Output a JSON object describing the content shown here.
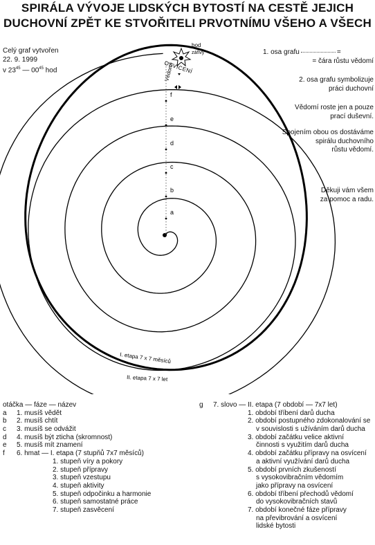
{
  "title": {
    "line1": "SPIRÁLA VÝVOJE LIDSKÝCH BYTOSTÍ NA CESTĚ JEJICH",
    "line2": "DUCHOVNÍ ZPĚT KE STVOŘITELI PRVOTNÍMU VŠEHO A VŠECH"
  },
  "created": {
    "line1": "Celý graf vytvořen",
    "line2": "22. 9. 1999",
    "line3_prefix": "v 23",
    "line3_sup1": "45",
    "line3_mid": " — 00",
    "line3_sup2": "45",
    "line3_suffix": " hod"
  },
  "notes": {
    "n1_a": "1. osa grafu",
    "n1_b": "= čára růstu vědomí",
    "n2_a": "2. osa grafu symbolizuje",
    "n2_b": "práci duchovní",
    "n3_a": "Vědomí roste jen a pouze",
    "n3_b": "prací duševní.",
    "n4_a": "Spojením obou os dostáváme",
    "n4_b": "spirálu duchovního",
    "n4_c": "růstu vědomí.",
    "n5_a": "Děkuji vám všem",
    "n5_b": "za pomoc a radu."
  },
  "diagram": {
    "point_label_1": "bod",
    "point_label_2": "zářivý",
    "enlightenment": "OSVÍCENÍ",
    "axis_label": "Vědomí",
    "axis_marks": [
      "a",
      "b",
      "c",
      "d",
      "e",
      "f"
    ],
    "stage1_label": "I. etapa 7 x 7 měsíců",
    "stage2_label": "II. etapa 7 x 7 let"
  },
  "legend_left": {
    "header": "otáčka — fáze — název",
    "items": [
      {
        "key": "a",
        "text": "1. musíš vědět"
      },
      {
        "key": "b",
        "text": "2. musíš chtít"
      },
      {
        "key": "c",
        "text": "3. musíš se odvážit"
      },
      {
        "key": "d",
        "text": "4. musíš být zticha (skromnost)"
      },
      {
        "key": "e",
        "text": "5. musíš mít znamení"
      },
      {
        "key": "f",
        "text": "6. hmat — I. etapa (7 stupňů 7x7 měsíců)"
      }
    ],
    "steps": [
      "1. stupeň víry a pokory",
      "2. stupeň přípravy",
      "3. stupeň vzestupu",
      "4. stupeň aktivity",
      "5. stupeň odpočinku a harmonie",
      "6. stupeň samostatné práce",
      "7. stupeň zasvěcení"
    ]
  },
  "legend_right": {
    "key": "g",
    "header": "7. slovo — II. etapa (7 období — 7x7 let)",
    "lines": [
      "1. období tříbení darů ducha",
      "2. období postupného zdokonalování se",
      "v souvislosti s užíváním darů ducha",
      "3. období začátku velice aktivní",
      "činnosti s využitím darů ducha",
      "4. období začátku přípravy na osvícení",
      "a aktivní využívání darů ducha",
      "5. období prvních zkušeností",
      "s vysokovibračním vědomím",
      "jako přípravy na osvícení",
      "6. období tříbení přechodů vědomí",
      "do vysokovibračních stavů",
      "7. období konečné fáze přípravy",
      "na převibrování a osvícení",
      "lidské bytosti"
    ]
  }
}
